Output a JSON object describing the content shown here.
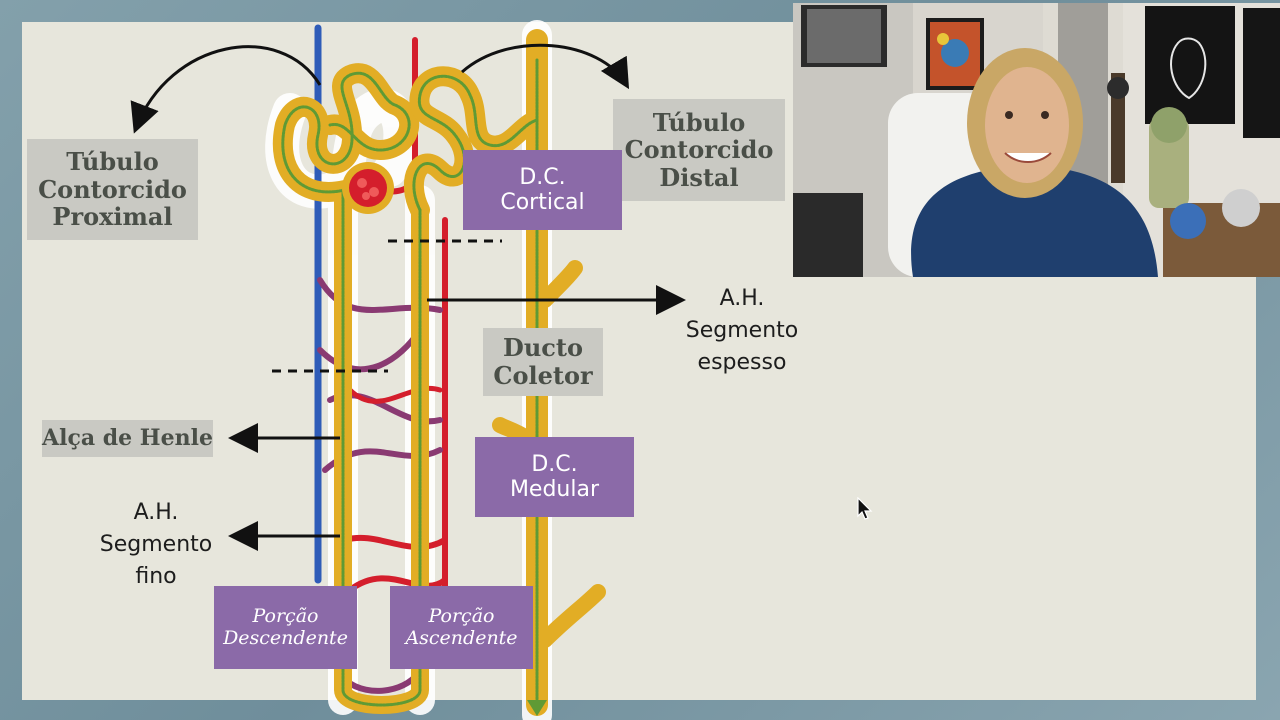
{
  "labels": {
    "tcp": [
      "Túbulo",
      "Contorcido",
      "Proximal"
    ],
    "tcd": [
      "Túbulo",
      "Contorcido",
      "Distal"
    ],
    "dc_cortical": [
      "D.C.",
      "Cortical"
    ],
    "ducto_coletor": [
      "Ducto",
      "Coletor"
    ],
    "dc_medular": [
      "D.C.",
      "Medular"
    ],
    "alca_henle": "Alça de Henle",
    "ah_espesso": [
      "A.H.",
      "Segmento",
      "espesso"
    ],
    "ah_fino": [
      "A.H.",
      "Segmento",
      "fino"
    ],
    "porcao_descendente": [
      "Porção",
      "Descendente"
    ],
    "porcao_ascendente": [
      "Porção",
      "Ascendente"
    ]
  },
  "colors": {
    "tubule": "#e2ad25",
    "tubule_edge": "#c78d14",
    "tubule_green": "#5f9a35",
    "artery": "#d41e2c",
    "vein": "#2f5cb8",
    "capillary": "#8a3a72",
    "label_gray": "#c9c9c3",
    "label_purple": "#8b6aa8"
  }
}
